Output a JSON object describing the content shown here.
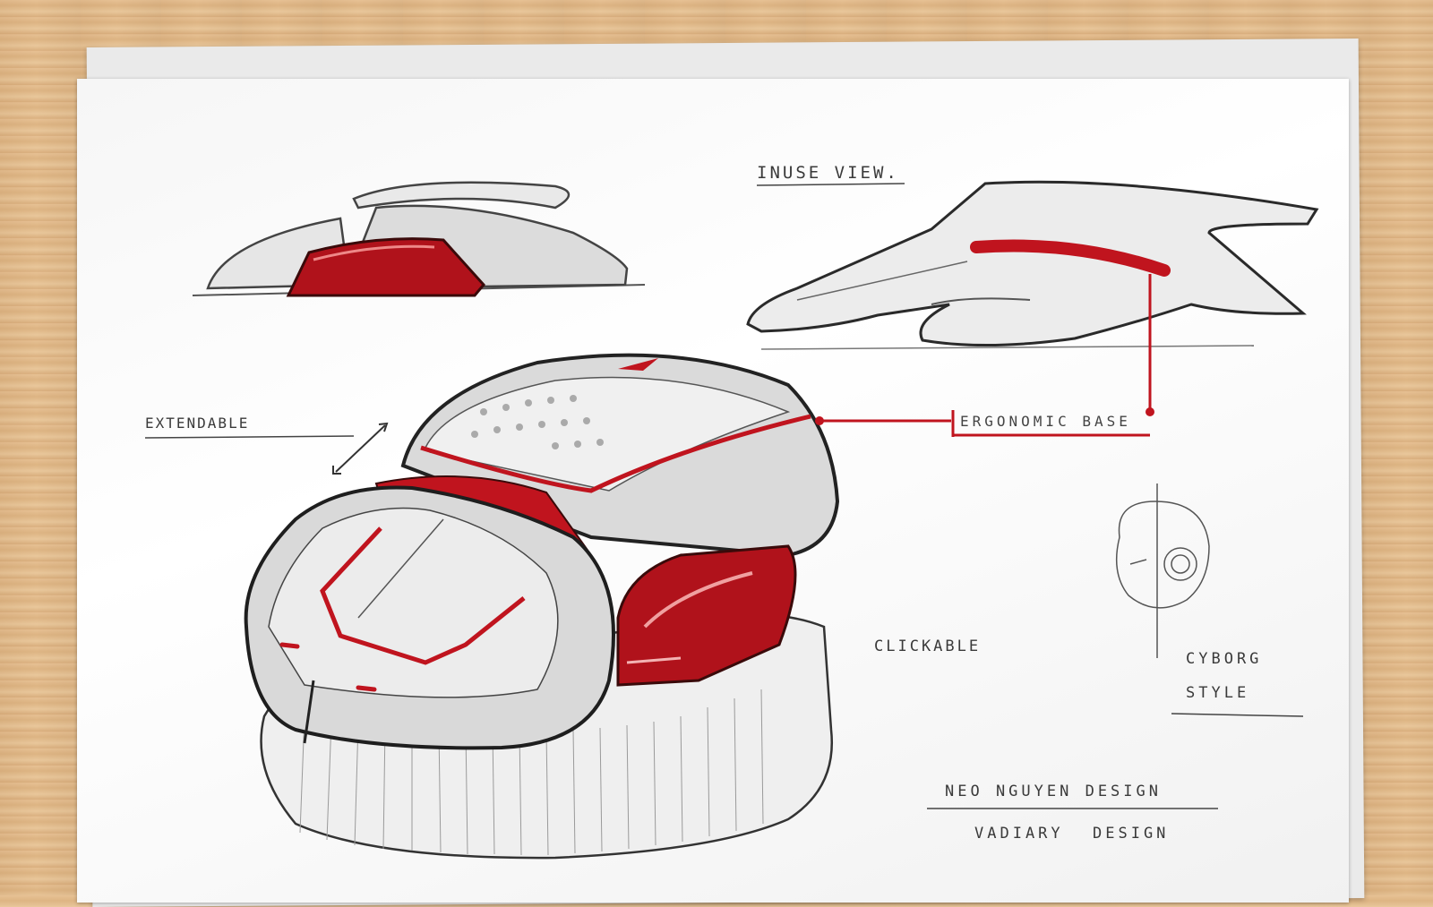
{
  "annotations": {
    "in_use_view": "INUSE VIEW.",
    "extendable": "EXTENDABLE",
    "ergonomic_base": "ERGONOMIC BASE",
    "clickable": "CLICKABLE",
    "cyborg": "CYBORG",
    "style": "STYLE",
    "designer": "NEO NGUYEN DESIGN",
    "vadiary": "VADIARY",
    "design": "DESIGN"
  },
  "colors": {
    "accent_red": "#c0141e",
    "pencil": "#333333",
    "marker_grey": "#b9b9b9",
    "paper": "#f7f7f7",
    "wood": "#dfb585"
  }
}
